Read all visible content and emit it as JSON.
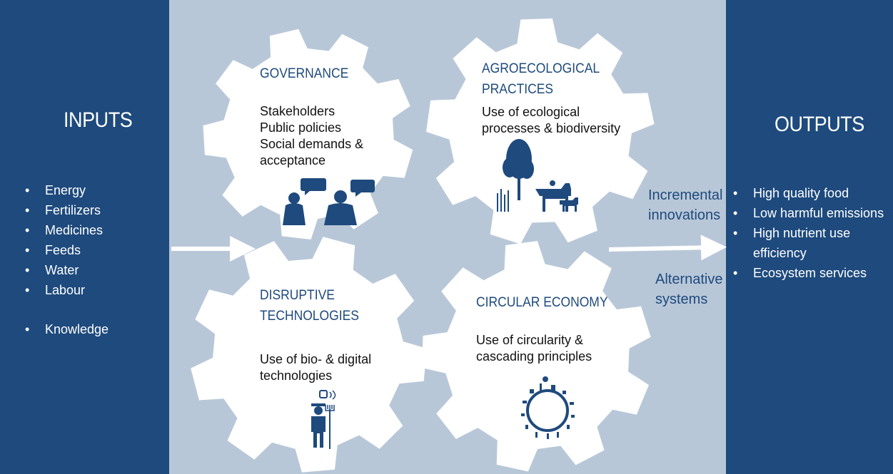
{
  "inputs": {
    "title": "INPUTS",
    "items": [
      "Energy",
      "Fertilizers",
      "Medicines",
      "Feeds",
      "Water",
      "Labour"
    ],
    "extra_item": "Knowledge"
  },
  "outputs": {
    "title": "OUTPUTS",
    "items": [
      "High quality food",
      "Low harmful emissions",
      "High nutrient use efficiency",
      "Ecosystem services"
    ]
  },
  "gears": {
    "governance": {
      "title": "GOVERNANCE",
      "body": "Stakeholders\nPublic policies\nSocial demands &\nacceptance"
    },
    "agroecological": {
      "title_line1": "AGROECOLOGICAL",
      "title_line2": "PRACTICES",
      "body": "Use of ecological\nprocesses & biodiversity"
    },
    "disruptive": {
      "title_line1": "DISRUPTIVE",
      "title_line2": "TECHNOLOGIES",
      "body": "Use of bio- & digital\ntechnologies"
    },
    "circular": {
      "title": "CIRCULAR ECONOMY",
      "body": "Use of circularity &\ncascading principles"
    }
  },
  "pathways": {
    "incremental": "Incremental\ninnovations",
    "alternative": "Alternative\nsystems"
  },
  "icons": [
    "people-talking-icon",
    "tree-livestock-icon",
    "farmer-digital-icon",
    "circular-globe-icon"
  ],
  "colors": {
    "panel": "#1e4a7d",
    "background": "#b8c7d8",
    "gear": "#ffffff",
    "title_text": "#1e4a7d"
  }
}
